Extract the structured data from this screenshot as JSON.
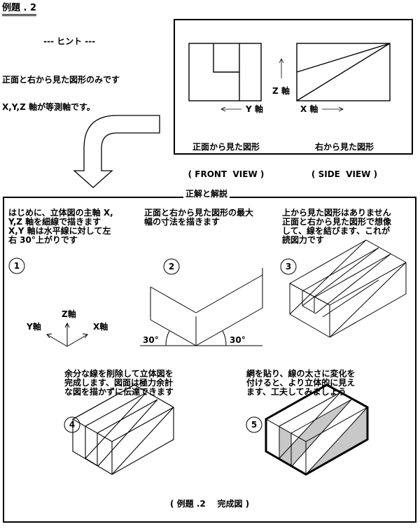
{
  "title": "例題 . 2",
  "hint": {
    "heading": "--- ヒント ---",
    "line1": "正面と右から見た図形のみです",
    "line2": "X,Y,Z 軸が等測軸です。"
  },
  "views": {
    "front_caption1": "正面から見た図形",
    "front_caption2": "( FRONT  VIEW )",
    "side_caption1": "右から見た図形",
    "side_caption2": "( SIDE  VIEW )",
    "y_axis_label": "Y 軸",
    "x_axis_label": "X 軸",
    "z_axis_label": "Z 軸"
  },
  "answer": {
    "heading": "正解と解説",
    "step1": {
      "num": "1",
      "text": "はじめに、立体図の主軸 X,\nY,Z 軸を細線で描きます\nX,Y 軸は水平線に対して左\n右 30°上がりです",
      "z_label": "Z軸",
      "y_label": "Y軸",
      "x_label": "X軸"
    },
    "step2": {
      "num": "2",
      "text": "正面と右から見た図形の最大\n幅の寸法を描きます",
      "angle_left": "30°",
      "angle_right": "30°"
    },
    "step3": {
      "num": "3",
      "text": "上から見た図形はありません\n正面と右から見た図形で想像\nして、線を結びます、これが\n読図力です"
    },
    "step4": {
      "num": "4",
      "text": "余分な線を削除して立体図を\n完成します、図面は極力余計\nな図を描かずに伝達できます"
    },
    "step5": {
      "num": "5",
      "text": "網を貼り、線の太さに変化を\n付けると、より立体的に見え\nます、工夫してみましょう"
    },
    "footer": "( 例題 .2    完成図 )"
  },
  "colors": {
    "line": "#000000",
    "shade": "#c8c8c8"
  }
}
